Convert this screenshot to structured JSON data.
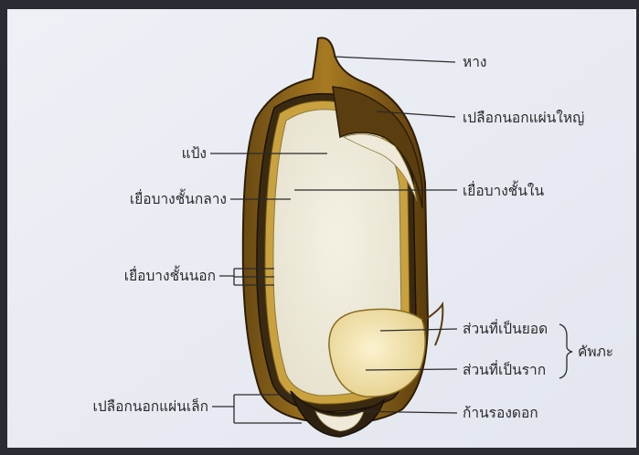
{
  "diagram": {
    "labels": {
      "tail": "หาง",
      "large_outer_husk": "เปลือกนอกแผ่นใหญ่",
      "starch": "แป้ง",
      "middle_membrane": "เยื่อบางชั้นกลาง",
      "inner_membrane": "เยื่อบางชั้นใน",
      "outer_membrane": "เยื่อบางชั้นนอก",
      "shoot_part": "ส่วนที่เป็นยอด",
      "root_part": "ส่วนที่เป็นราก",
      "embryo": "คัพภะ",
      "small_outer_husk": "เปลือกนอกแผ่นเล็ก",
      "pedicel": "ก้านรองดอก"
    }
  }
}
